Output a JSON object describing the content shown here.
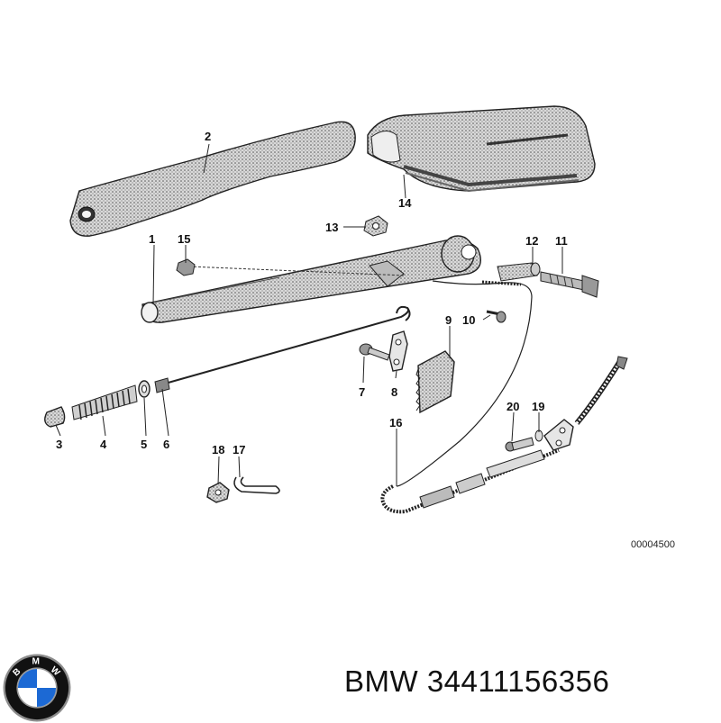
{
  "diagram": {
    "id_code": "00004500",
    "callouts": [
      "1",
      "2",
      "3",
      "4",
      "5",
      "6",
      "7",
      "8",
      "9",
      "10",
      "11",
      "12",
      "13",
      "14",
      "15",
      "16",
      "17",
      "18",
      "19",
      "20"
    ]
  },
  "caption": {
    "brand": "BMW",
    "part_number": "34411156356"
  },
  "logo": {
    "letters": "BMW",
    "colors": {
      "blue": "#1c69d4",
      "white": "#ffffff",
      "ring": "#111111",
      "chrome": "#9a9a9a"
    }
  },
  "colors": {
    "line": "#222222",
    "fill_dark": "#8a8a8a",
    "fill_mid": "#bdbdbd"
  }
}
